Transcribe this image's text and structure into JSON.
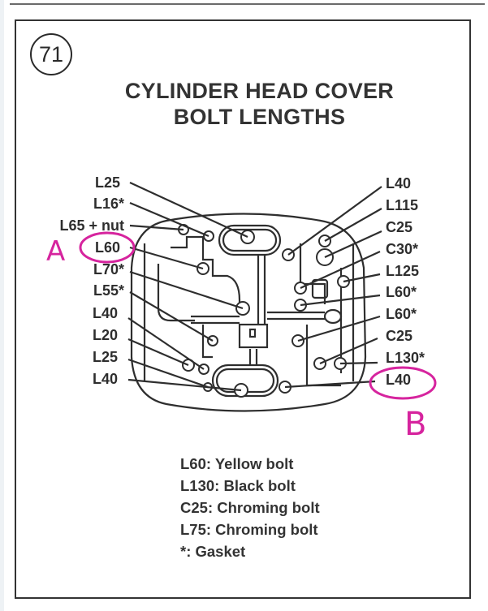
{
  "figure": {
    "number": "71",
    "title_line1": "CYLINDER HEAD COVER",
    "title_line2": "BOLT LENGTHS"
  },
  "left_labels": [
    "L25",
    "L16*",
    "L65 + nut",
    "L60",
    "L70*",
    "L55*",
    "L40",
    "L20",
    "L25",
    "L40"
  ],
  "right_labels": [
    "L40",
    "L115",
    "C25",
    "C30*",
    "L125",
    "L60*",
    "L60*",
    "C25",
    "L130*",
    "L40"
  ],
  "legend": [
    "L60: Yellow bolt",
    "L130: Black bolt",
    "C25: Chroming bolt",
    "L75: Chroming bolt",
    "*: Gasket"
  ],
  "annotations": {
    "left_mark": "A",
    "left_circled_label": "L60",
    "right_mark": "B",
    "right_circled_label": "L40",
    "color": "#d6249e"
  }
}
